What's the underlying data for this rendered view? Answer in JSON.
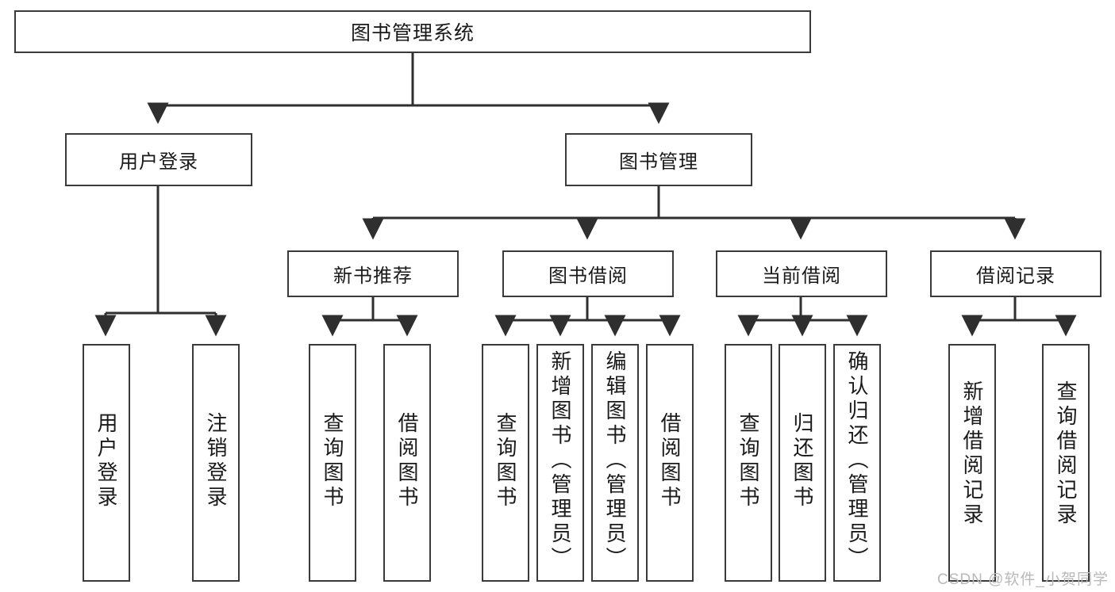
{
  "diagram": {
    "type": "tree-hierarchy-chart",
    "title": "图书管理系统",
    "colors": {
      "box_border": "#3a3a3a",
      "box_fill": "#ffffff",
      "line": "#2f2f2f",
      "text": "#1a1a1a",
      "watermark": "#b9b9b9"
    },
    "levels": {
      "level1": [
        {
          "id": "root",
          "label": "图书管理系统",
          "orientation": "horizontal"
        }
      ],
      "level2": [
        {
          "id": "user-login",
          "label": "用户登录",
          "orientation": "horizontal",
          "parent": "root"
        },
        {
          "id": "book-manage",
          "label": "图书管理",
          "orientation": "horizontal",
          "parent": "root"
        }
      ],
      "level3": [
        {
          "id": "new-book-recommend",
          "label": "新书推荐",
          "orientation": "horizontal",
          "parent": "book-manage"
        },
        {
          "id": "book-borrow",
          "label": "图书借阅",
          "orientation": "horizontal",
          "parent": "book-manage"
        },
        {
          "id": "current-borrow",
          "label": "当前借阅",
          "orientation": "horizontal",
          "parent": "book-manage"
        },
        {
          "id": "borrow-record",
          "label": "借阅记录",
          "orientation": "horizontal",
          "parent": "book-manage"
        }
      ],
      "level4": [
        {
          "id": "leaf-user-login",
          "label": "用户登录",
          "orientation": "vertical",
          "parent": "user-login"
        },
        {
          "id": "leaf-logout-login",
          "label": "注销登录",
          "orientation": "vertical",
          "parent": "user-login"
        },
        {
          "id": "leaf-query-book-1",
          "label": "查询图书",
          "orientation": "vertical",
          "parent": "new-book-recommend"
        },
        {
          "id": "leaf-borrow-book-1",
          "label": "借阅图书",
          "orientation": "vertical",
          "parent": "new-book-recommend"
        },
        {
          "id": "leaf-query-book-2",
          "label": "查询图书",
          "orientation": "vertical",
          "parent": "book-borrow"
        },
        {
          "id": "leaf-add-book-admin",
          "label": "新增图书（管理员）",
          "orientation": "vertical",
          "parent": "book-borrow"
        },
        {
          "id": "leaf-edit-book-admin",
          "label": "编辑图书（管理员）",
          "orientation": "vertical",
          "parent": "book-borrow"
        },
        {
          "id": "leaf-borrow-book-2",
          "label": "借阅图书",
          "orientation": "vertical",
          "parent": "book-borrow"
        },
        {
          "id": "leaf-query-book-3",
          "label": "查询图书",
          "orientation": "vertical",
          "parent": "current-borrow"
        },
        {
          "id": "leaf-return-book",
          "label": "归还图书",
          "orientation": "vertical",
          "parent": "current-borrow"
        },
        {
          "id": "leaf-confirm-return-admin",
          "label": "确认归还（管理员）",
          "orientation": "vertical",
          "parent": "current-borrow"
        },
        {
          "id": "leaf-add-borrow-record",
          "label": "新增借阅记录",
          "orientation": "vertical",
          "parent": "borrow-record"
        },
        {
          "id": "leaf-query-borrow-record",
          "label": "查询借阅记录",
          "orientation": "vertical",
          "parent": "borrow-record"
        }
      ]
    }
  },
  "watermark": {
    "text": "CSDN @软件_小贺同学"
  }
}
